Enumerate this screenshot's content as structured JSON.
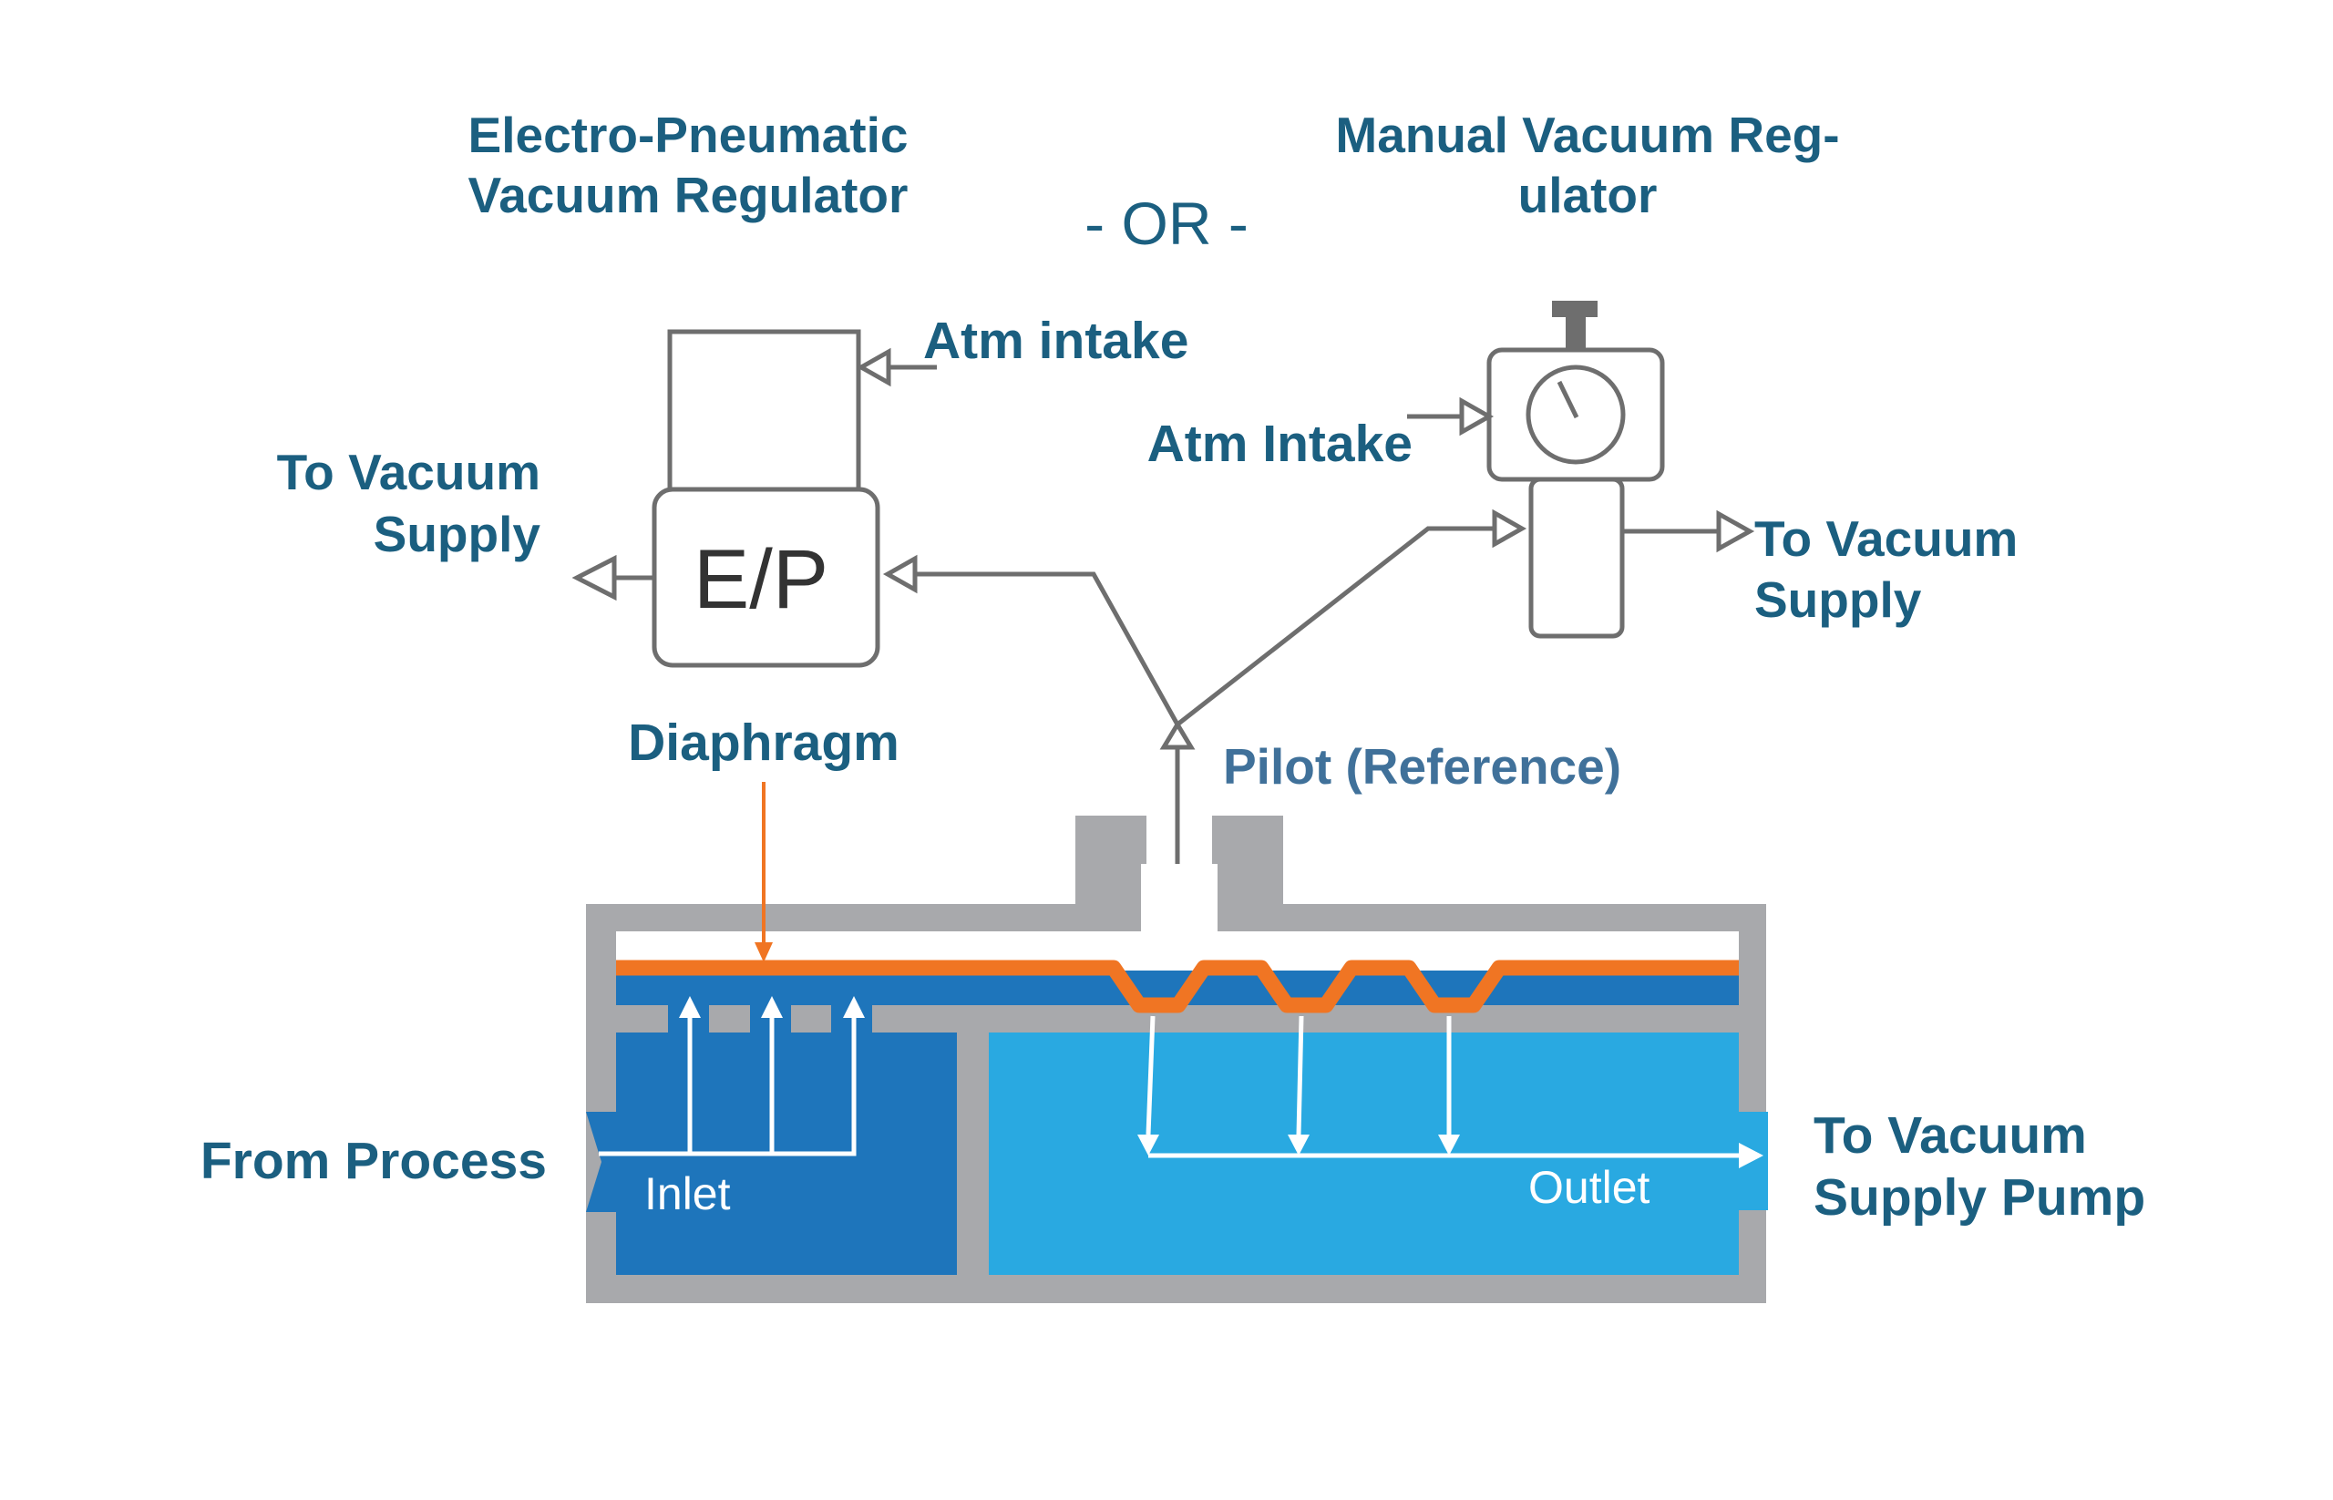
{
  "titles": {
    "ep_regulator_line1": "Electro-Pneumatic",
    "ep_regulator_line2": "Vacuum Regulator",
    "or_separator": "- OR -",
    "manual_regulator_line1": "Manual Vacuum Reg-",
    "manual_regulator_line2": "ulator"
  },
  "ep_unit": {
    "box_label": "E/P",
    "atm_intake": "Atm intake",
    "to_vacuum_line1": "To Vacuum",
    "to_vacuum_line2": "Supply"
  },
  "manual_unit": {
    "atm_intake": "Atm Intake",
    "to_vacuum_line1": "To Vacuum",
    "to_vacuum_line2": "Supply"
  },
  "valve": {
    "diaphragm": "Diaphragm",
    "pilot": "Pilot (Reference)",
    "from_process": "From Process",
    "inlet": "Inlet",
    "outlet": "Outlet",
    "to_pump_line1": "To Vacuum",
    "to_pump_line2": "Supply Pump"
  },
  "colors": {
    "text": "#1b5f80",
    "body_gray": "#a8a9ac",
    "inlet_blue": "#1e75bb",
    "outlet_blue": "#29a9e1",
    "diaphragm_orange": "#f07523",
    "line_gray": "#6e6e6e"
  }
}
